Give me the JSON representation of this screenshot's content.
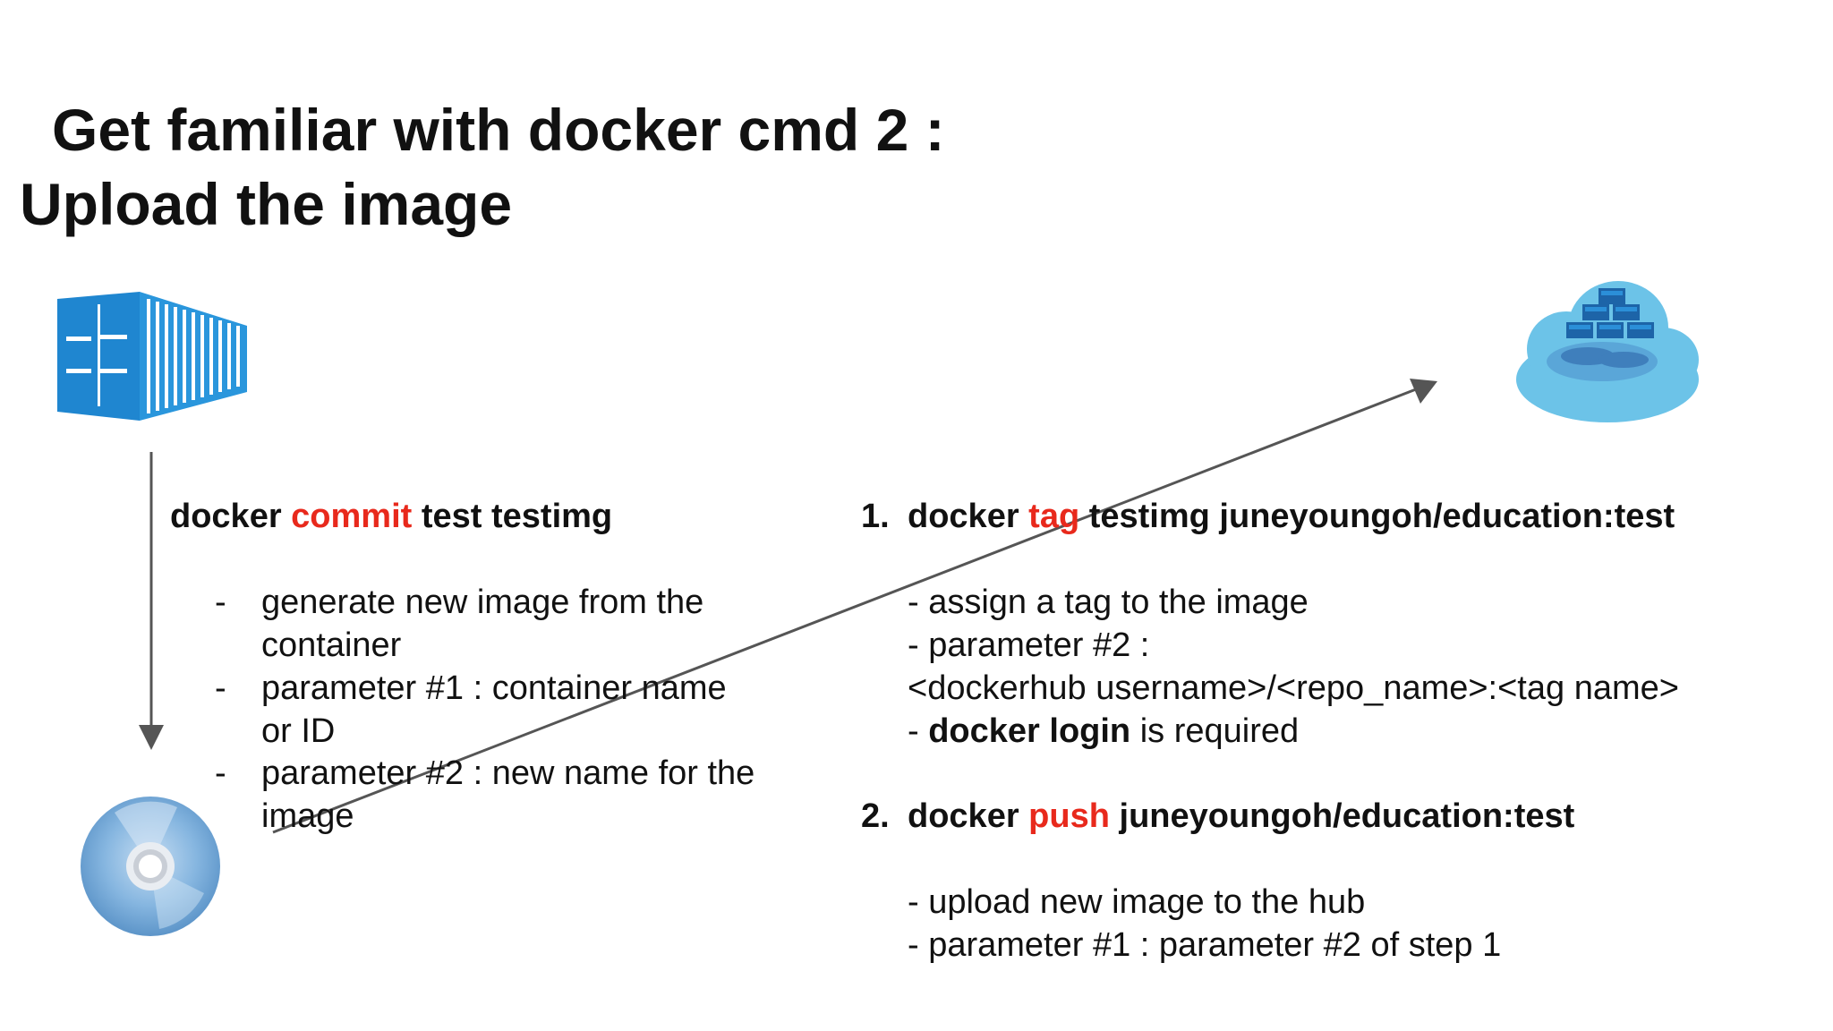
{
  "title": {
    "line1": "Get familiar with docker cmd 2 :",
    "line2": "Upload the image"
  },
  "commit": {
    "prefix": "docker ",
    "keyword": "commit",
    "suffix": " test testimg",
    "bullets": [
      {
        "marker": "-",
        "line1": "generate new image from the",
        "line2": "container"
      },
      {
        "marker": "-",
        "line1": "parameter #1 : container name",
        "line2": "or ID"
      },
      {
        "marker": "-",
        "line1": "parameter #2 : new name for the",
        "line2": "image"
      }
    ]
  },
  "step1": {
    "number": "1.",
    "prefix": "docker ",
    "keyword": "tag",
    "suffix": " testimg juneyoungoh/education:test",
    "desc1": "- assign a tag to the image",
    "desc2": "- parameter #2 :",
    "format": "<dockerhub username>/<repo_name>:<tag name>",
    "login_prefix": "- ",
    "login_bold": "docker login",
    "login_suffix": " is required"
  },
  "step2": {
    "number": "2.",
    "prefix": "docker ",
    "keyword": "push",
    "suffix": " juneyoungoh/education:test",
    "desc1": "- upload new image to the hub",
    "desc2": "- parameter #1 : parameter #2 of step 1"
  },
  "colors": {
    "keyword": "#e8291c",
    "format": "#f29a12",
    "container": "#1f86d0",
    "disc": "#7fb3de",
    "cloud": "#6cc3e8",
    "arrow": "#555555"
  },
  "icons": [
    "container-icon",
    "disc-image-icon",
    "docker-hub-cloud-icon"
  ]
}
